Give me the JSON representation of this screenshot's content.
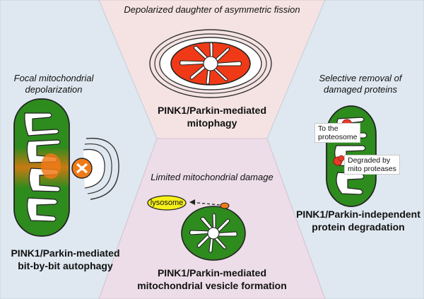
{
  "top_panel": {
    "subtitle": "Depolarized daughter of asymmetric fission",
    "label_line1": "PINK1/Parkin-mediated",
    "label_line2": "mitophagy"
  },
  "left_panel": {
    "subtitle_line1": "Focal mitochondrial",
    "subtitle_line2": "depolarization",
    "label_line1": "PINK1/Parkin-mediated",
    "label_line2": "bit-by-bit autophagy"
  },
  "bottom_panel": {
    "subtitle": "Limited mitochondrial damage",
    "lysosome_label": "lysosome",
    "label_line1": "PINK1/Parkin-mediated",
    "label_line2": "mitochondrial vesicle formation"
  },
  "right_panel": {
    "subtitle_line1": "Selective removal of",
    "subtitle_line2": "damaged proteins",
    "callout_proteosome_line1": "To the",
    "callout_proteosome_line2": "proteosome",
    "callout_proteases_line1": "Degraded by",
    "callout_proteases_line2": "mito proteases",
    "label_line1": "PINK1/Parkin-independent",
    "label_line2": "protein degradation"
  },
  "colors": {
    "top_bg": "#f5e3e3",
    "left_bg": "#dfe8f0",
    "right_bg": "#dfe8f0",
    "bottom_bg": "#ecdde8",
    "mito_green": "#2e8b1e",
    "mito_red": "#f03a17",
    "lysosome_yellow": "#f7f01a",
    "focal_orange": "#f07a18"
  }
}
